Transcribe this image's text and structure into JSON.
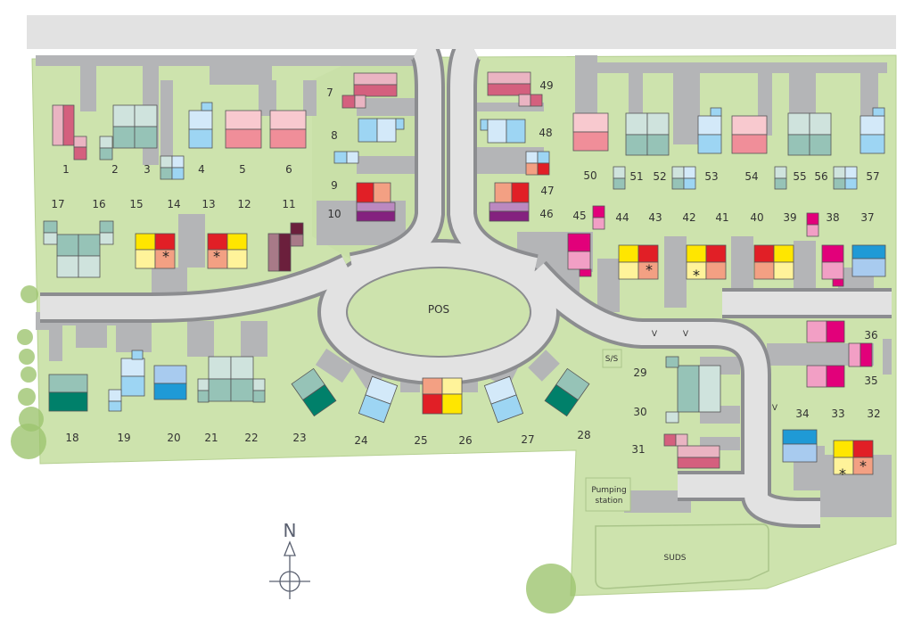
{
  "map": {
    "plots": [
      "1",
      "2",
      "3",
      "4",
      "5",
      "6",
      "7",
      "8",
      "9",
      "10",
      "11",
      "12",
      "13",
      "14",
      "15",
      "16",
      "17",
      "18",
      "19",
      "20",
      "21",
      "22",
      "23",
      "24",
      "25",
      "26",
      "27",
      "28",
      "29",
      "30",
      "31",
      "32",
      "33",
      "34",
      "35",
      "36",
      "37",
      "38",
      "39",
      "40",
      "41",
      "42",
      "43",
      "44",
      "45",
      "46",
      "47",
      "48",
      "49",
      "50",
      "51",
      "52",
      "53",
      "54",
      "55",
      "56",
      "57"
    ],
    "areas": {
      "pos": "POS",
      "substation": "S/S",
      "pumping_line1": "Pumping",
      "pumping_line2": "station",
      "suds": "SUDS",
      "visitor_parking": "V"
    },
    "marker_symbol": "*",
    "compass_label": "N",
    "colors": {
      "grass": "#cde3ad",
      "road": "#e2e2e2",
      "road_edge": "#8c8d90",
      "driveway": "#b4b5b7",
      "tree": "#9dc46f",
      "pinkL": "#eab4c2",
      "pinkD": "#d4607e",
      "tealL": "#cfe3dd",
      "tealM": "#96c3b7",
      "tealD": "#00806a",
      "blueL": "#d3e9f9",
      "blueM": "#9dd5f3",
      "blueD": "#1f9ad6",
      "blueS": "#a8cbef",
      "salmonL": "#f8c9cf",
      "salmonM": "#f08e99",
      "red": "#e11f26",
      "yellow": "#ffe600",
      "yellowL": "#fff39a",
      "orange": "#f3a083",
      "purpleL": "#bb89c0",
      "purple": "#84217f",
      "maroon": "#6b1f3c",
      "mauve": "#a87a88",
      "magenta": "#e2007a",
      "pinkM": "#f29fc5"
    }
  }
}
